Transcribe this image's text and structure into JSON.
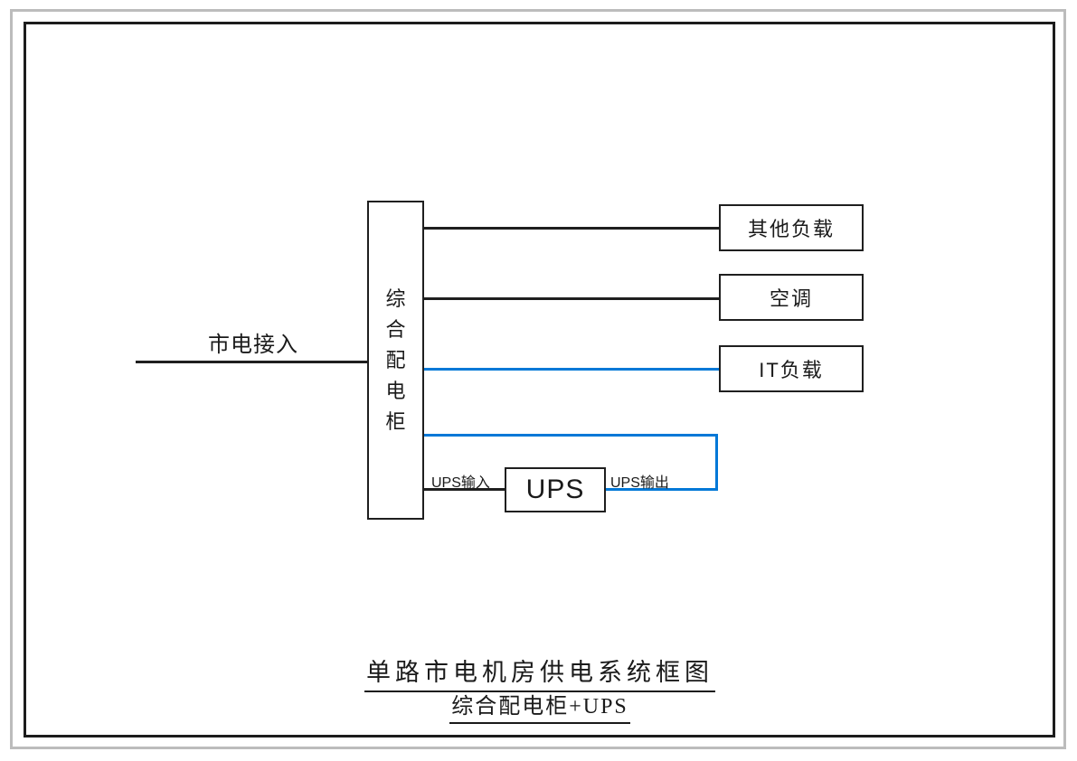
{
  "diagram": {
    "mains_label": "市电接入",
    "cabinet_label": "综合配电柜",
    "ups_label": "UPS",
    "ups_input_label": "UPS输入",
    "ups_output_label": "UPS输出",
    "loads": [
      {
        "label": "其他负载"
      },
      {
        "label": "空调"
      },
      {
        "label": "IT负载"
      }
    ],
    "title_line1": "单路市电机房供电系统框图",
    "title_line2": "综合配电柜+UPS",
    "colors": {
      "line_black": "#1f1f1f",
      "line_blue": "#0078d7",
      "outer_frame_gray": "#bcbcbc",
      "inner_frame_black": "#1c1c1c",
      "background": "#ffffff"
    }
  }
}
